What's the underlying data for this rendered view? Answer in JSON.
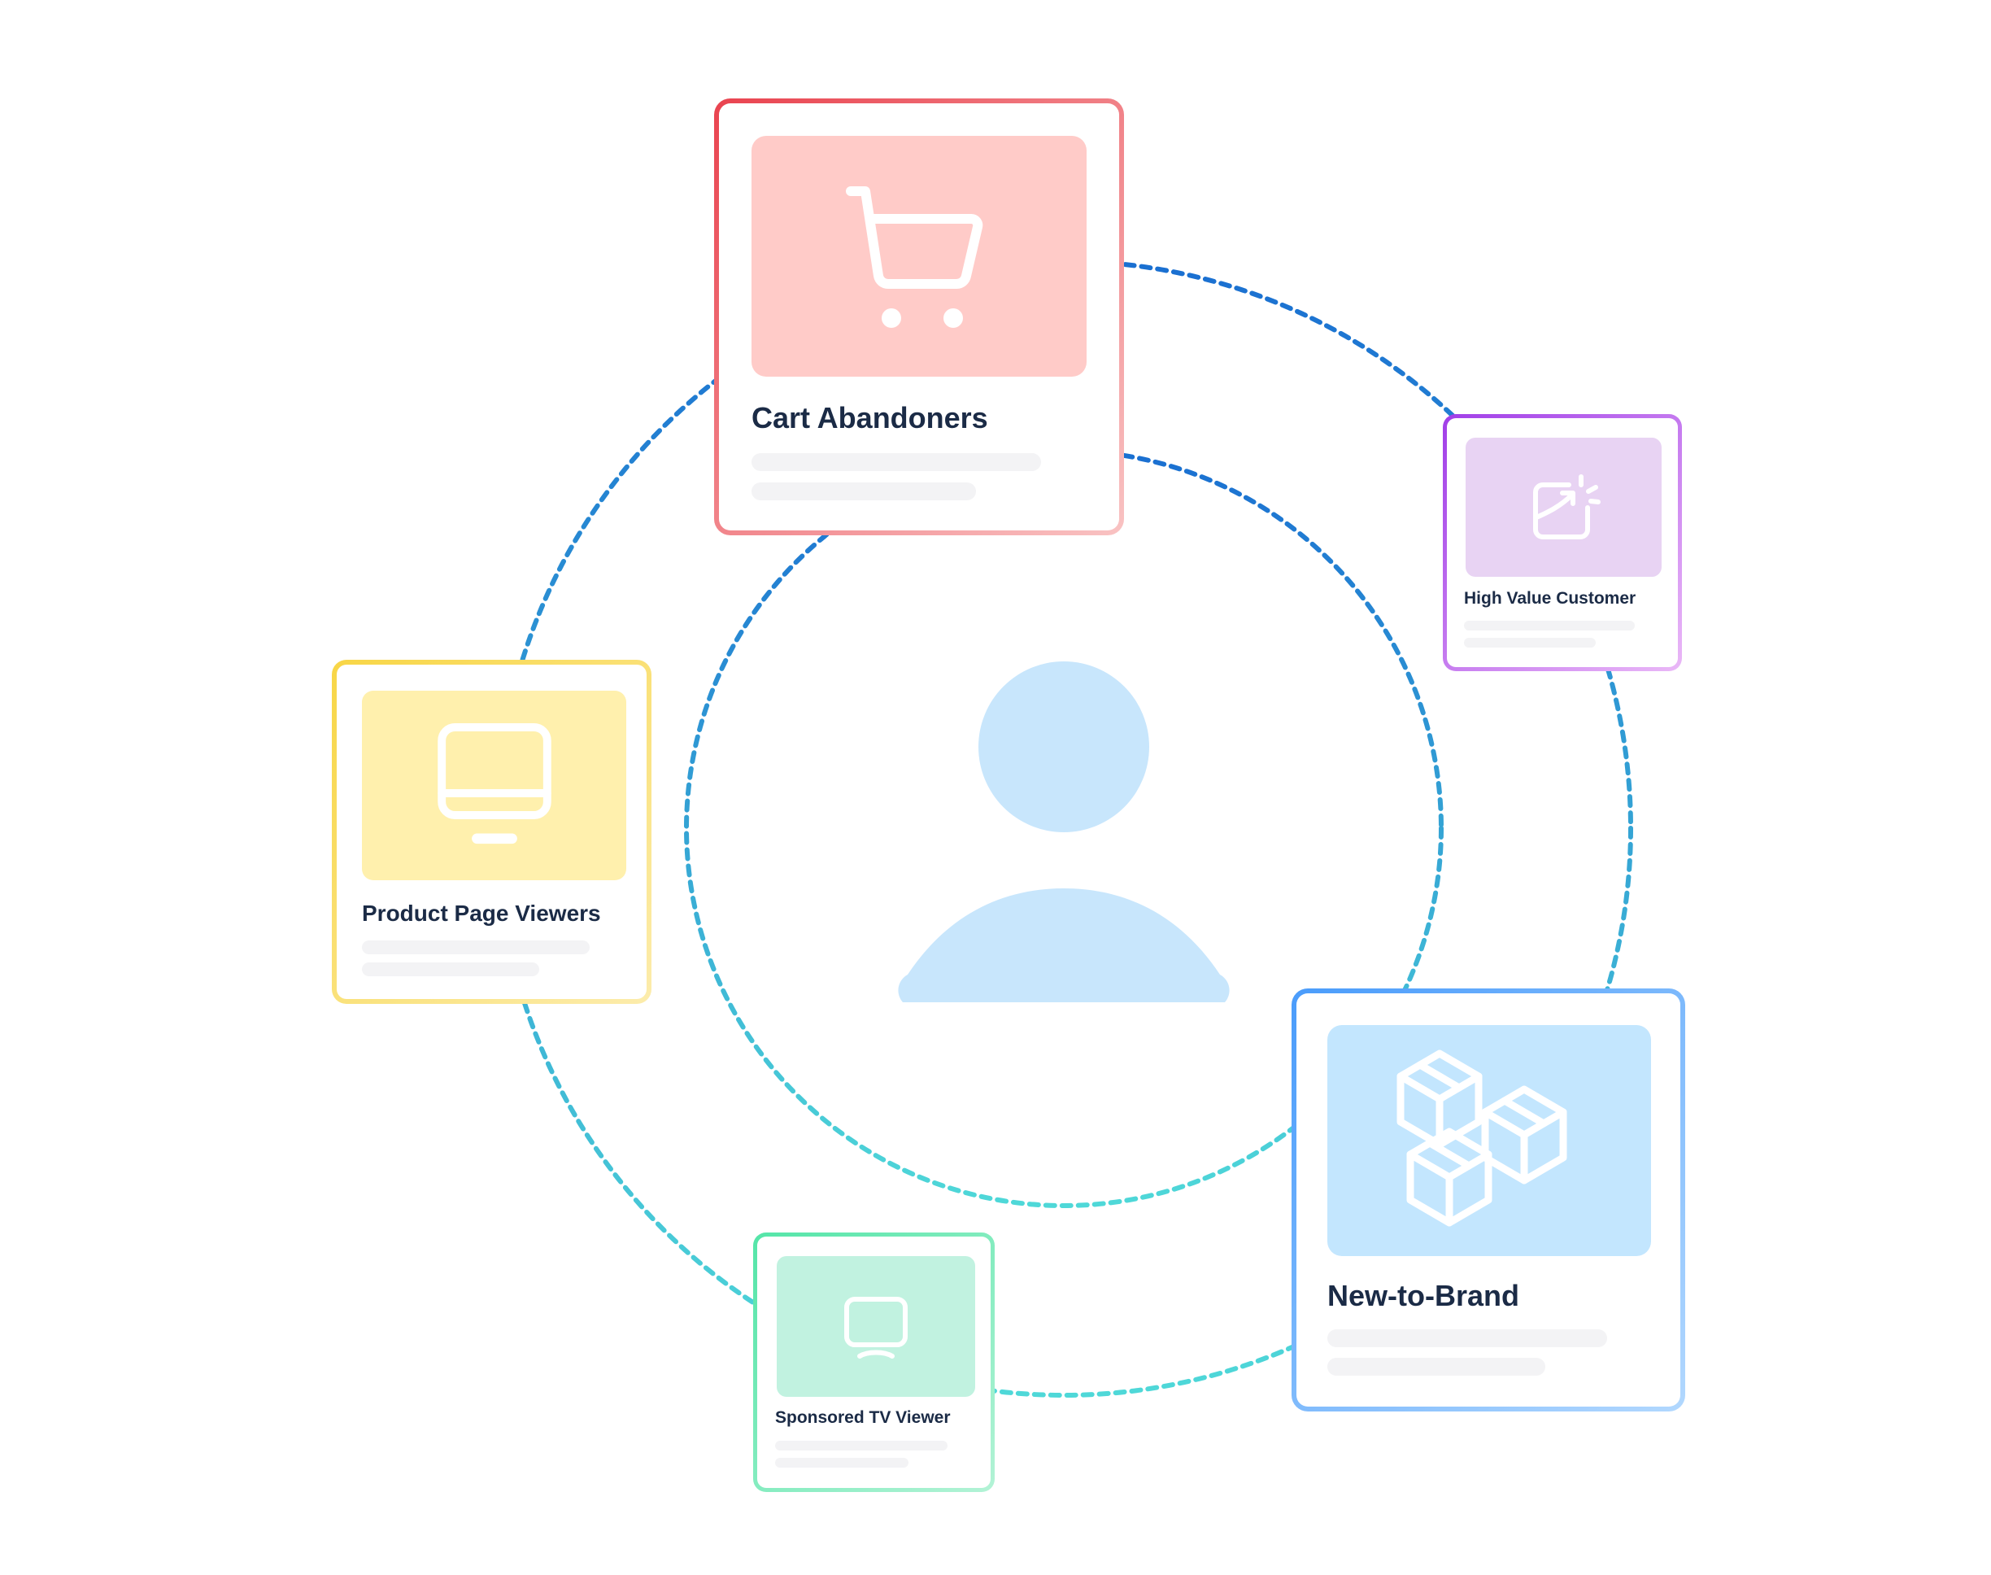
{
  "colors": {
    "outer_ring_top": "#1a6fd1",
    "inner_ring_top": "#1a6fd1",
    "ring_bottom": "#4fd8d8",
    "person": "#c8e6fc",
    "label_text": "#1b2b46",
    "placeholder_line": "#f3f3f5"
  },
  "center": {
    "icon": "person-icon"
  },
  "cards": [
    {
      "id": "cart-abandoners",
      "label": "Cart Abandoners",
      "icon": "shopping-cart-icon",
      "border_from": "#e9434f",
      "border_to": "#f9c3c3",
      "tile_color": "#ffcbc8"
    },
    {
      "id": "high-value-customer",
      "label": "High Value Customer",
      "icon": "growth-arrow-icon",
      "border_from": "#a13ee8",
      "border_to": "#eab8f7",
      "tile_color": "#e8d3f3"
    },
    {
      "id": "product-page-viewers",
      "label": "Product Page Viewers",
      "icon": "desktop-monitor-icon",
      "border_from": "#f8d646",
      "border_to": "#fcecac",
      "tile_color": "#fff0ad"
    },
    {
      "id": "new-to-brand",
      "label": "New-to-Brand",
      "icon": "boxes-icon",
      "border_from": "#4a9cfb",
      "border_to": "#b2d8fe",
      "tile_color": "#c3e6fe"
    },
    {
      "id": "sponsored-tv-viewer",
      "label": "Sponsored TV Viewer",
      "icon": "tv-icon",
      "border_from": "#54e5a8",
      "border_to": "#b3f3d6",
      "tile_color": "#c1f2e0"
    }
  ]
}
